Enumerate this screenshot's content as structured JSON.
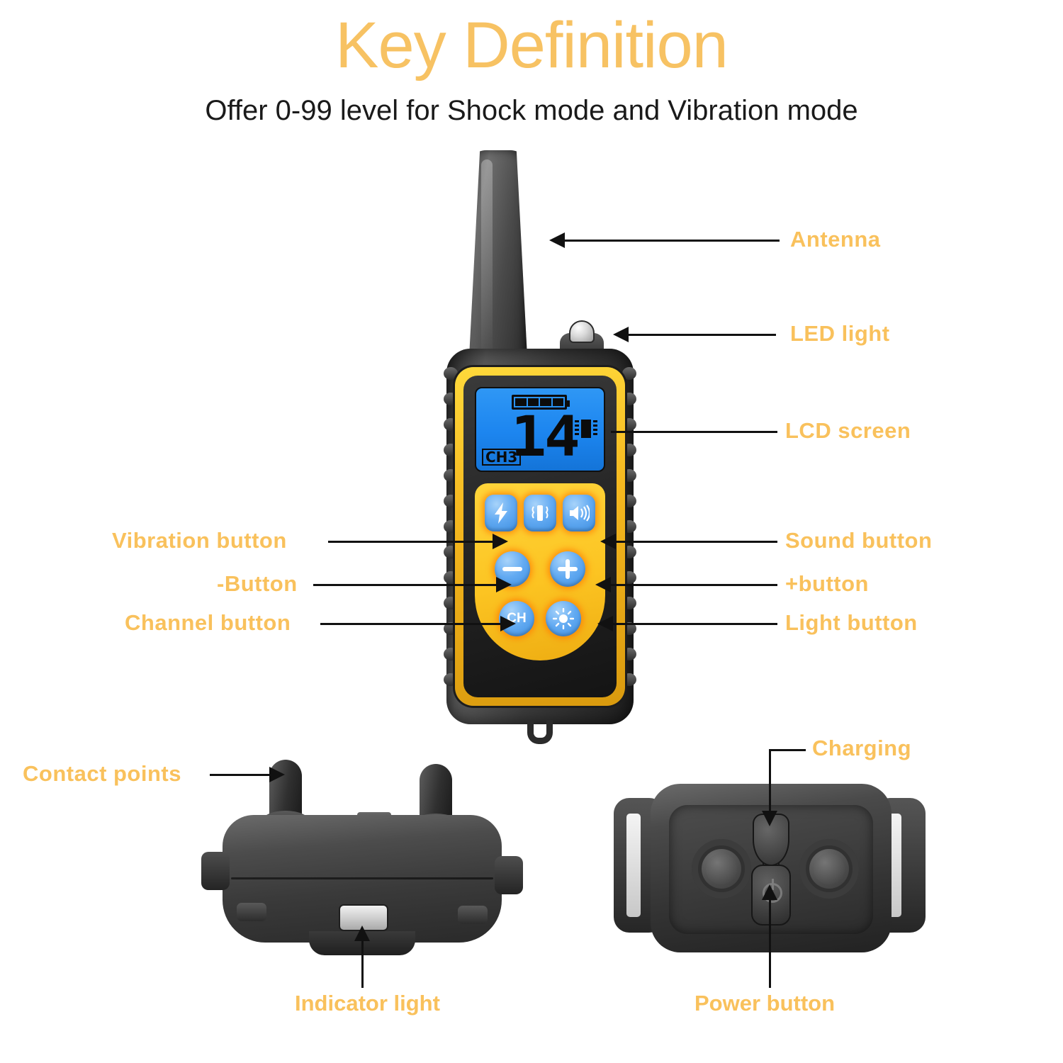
{
  "header": {
    "title": "Key Definition",
    "subtitle": "Offer 0-99 level for Shock mode and Vibration mode",
    "title_color": "#f7c263",
    "subtitle_color": "#1a1a1a"
  },
  "theme": {
    "label_color": "#f9c15c",
    "leader_color": "#111111",
    "button_blue": "#62aaf2",
    "pad_yellow": "#fcc422",
    "bezel_yellow": "#f5b81f",
    "lcd_blue": "#1c85ef",
    "body_black": "#2b2b2b"
  },
  "remote": {
    "lcd": {
      "level": "14",
      "channel": "CH3",
      "battery_bars": 4,
      "mode_icon": "vibration-indicator-icon"
    },
    "buttons": [
      {
        "name": "shock-button",
        "icon": "lightning-bolt-icon",
        "text": ""
      },
      {
        "name": "vibration-button",
        "icon": "vibration-icon",
        "text": ""
      },
      {
        "name": "sound-button",
        "icon": "speaker-icon",
        "text": ""
      },
      {
        "name": "minus-button",
        "icon": "minus-icon",
        "text": ""
      },
      {
        "name": "plus-button",
        "icon": "plus-icon",
        "text": ""
      },
      {
        "name": "channel-button",
        "icon": "ch-text-icon",
        "text": "CH"
      },
      {
        "name": "light-button",
        "icon": "sun-icon",
        "text": ""
      }
    ]
  },
  "callouts": {
    "antenna": "Antenna",
    "led_light": "LED light",
    "lcd_screen": "LCD screen",
    "vibration_button": "Vibration button",
    "minus_button": "-Button",
    "channel_button": "Channel button",
    "sound_button": "Sound button",
    "plus_button": "+button",
    "light_button": "Light button",
    "contact_points": "Contact points",
    "indicator_light": "Indicator light",
    "charging": "Charging",
    "power_button": "Power button"
  }
}
